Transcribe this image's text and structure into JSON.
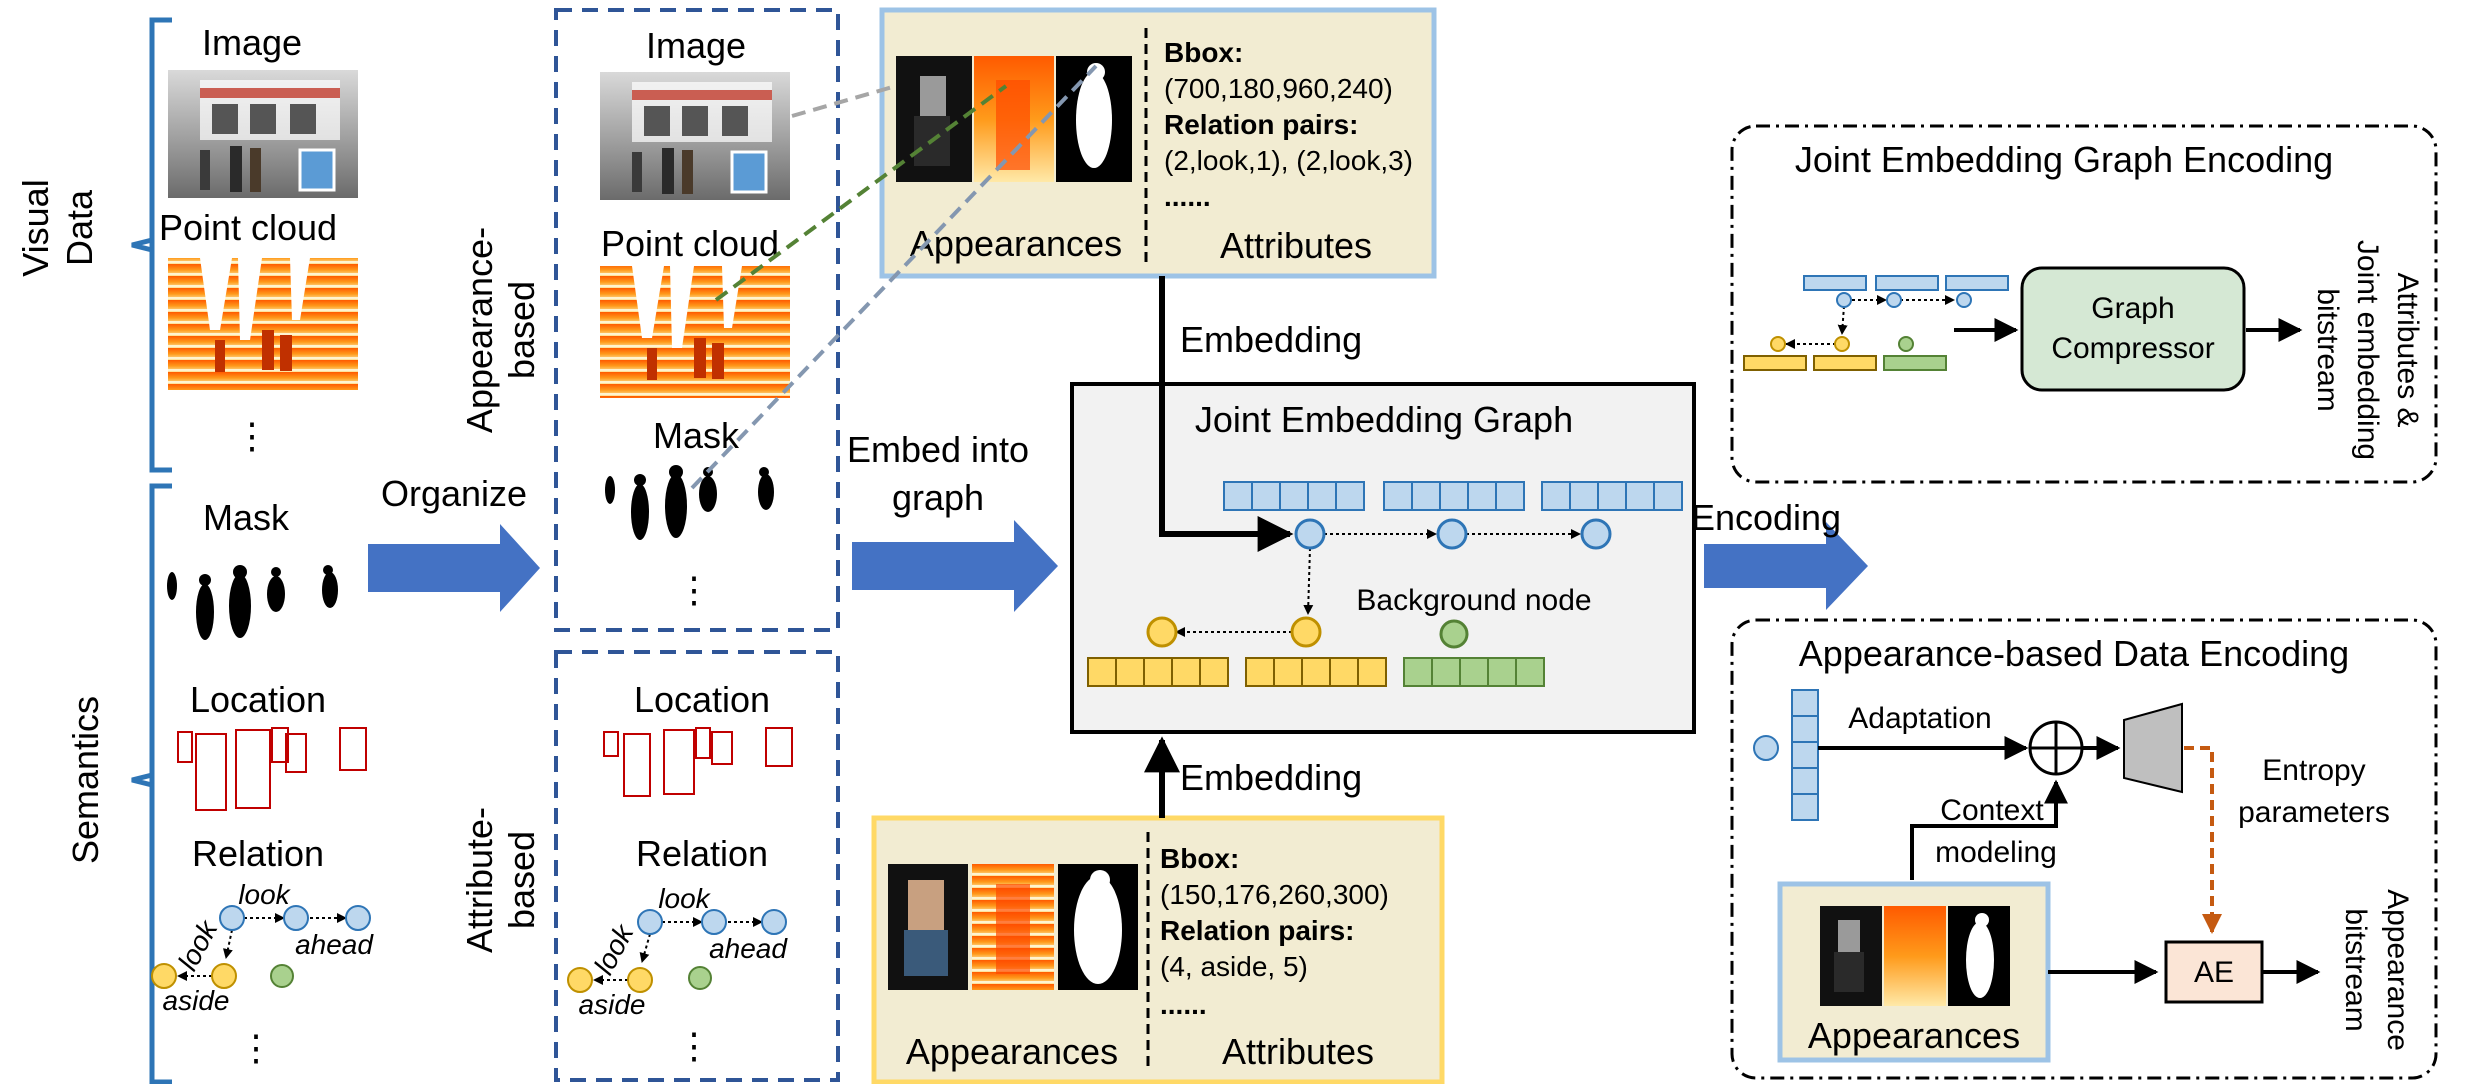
{
  "left_panel": {
    "group_visual": "Visual\nData",
    "group_semantics": "Semantics",
    "image_label": "Image",
    "pointcloud_label": "Point cloud",
    "ellipsis_1": "⋮",
    "mask_label": "Mask",
    "location_label": "Location",
    "relation_label": "Relation",
    "ellipsis_2": "⋮",
    "relation_edges": {
      "look_top": "look",
      "look_side": "look",
      "ahead": "ahead",
      "aside": "aside"
    }
  },
  "organize": {
    "label": "Organize"
  },
  "appearance_box": {
    "side_label_1": "Appearance-",
    "side_label_2": "based",
    "image_label": "Image",
    "pointcloud_label": "Point cloud",
    "mask_label": "Mask",
    "ellipsis": "⋮"
  },
  "attribute_box": {
    "side_label_1": "Attribute-",
    "side_label_2": "based",
    "location_label": "Location",
    "relation_label": "Relation",
    "ellipsis": "⋮",
    "relation_edges": {
      "look_top": "look",
      "look_side": "look",
      "ahead": "ahead",
      "aside": "aside"
    }
  },
  "top_card": {
    "bbox_title": "Bbox:",
    "bbox_value": "(700,180,960,240)",
    "relation_title": "Relation pairs:",
    "relation_value": "(2,look,1), (2,look,3)",
    "dots": "......",
    "appearances_label": "Appearances",
    "attributes_label": "Attributes"
  },
  "bottom_card": {
    "bbox_title": "Bbox:",
    "bbox_value": "(150,176,260,300)",
    "relation_title": "Relation pairs:",
    "relation_value": "(4, aside, 5)",
    "dots": "......",
    "appearances_label": "Appearances",
    "attributes_label": "Attributes"
  },
  "embed_into_graph": {
    "line1": "Embed into",
    "line2": "graph"
  },
  "embedding_top": "Embedding",
  "embedding_bottom": "Embedding",
  "graph": {
    "title": "Joint Embedding Graph",
    "background_node": "Background node"
  },
  "encoding": {
    "label": "Encoding"
  },
  "joint_encoding": {
    "title": "Joint Embedding Graph Encoding",
    "compressor_line1": "Graph",
    "compressor_line2": "Compressor",
    "output_line1": "Attributes &",
    "output_line2": "Joint embedding",
    "output_line3": "bitstream"
  },
  "appearance_encoding": {
    "title": "Appearance-based Data Encoding",
    "adaptation": "Adaptation",
    "context_1": "Context",
    "context_2": "modeling",
    "entropy_1": "Entropy",
    "entropy_2": "parameters",
    "ae": "AE",
    "appearances": "Appearances",
    "output_line1": "Appearance",
    "output_line2": "bitstream"
  },
  "colors": {
    "blue_bracket": "#2e75b6",
    "arrow_blue": "#4472c4",
    "node_blue": "#bdd7ee",
    "node_yellow": "#ffd966",
    "node_green": "#a9d18e",
    "card_bg": "#f2ecd2",
    "card_blue_border": "#9dc3e6",
    "card_yellow_border": "#ffd966",
    "graph_bg": "#f2f2f2",
    "compressor_fill": "#d5e8d4",
    "ae_fill": "#fbe5d6",
    "dash_orange": "#c55a11",
    "loc_red": "#c00000"
  }
}
